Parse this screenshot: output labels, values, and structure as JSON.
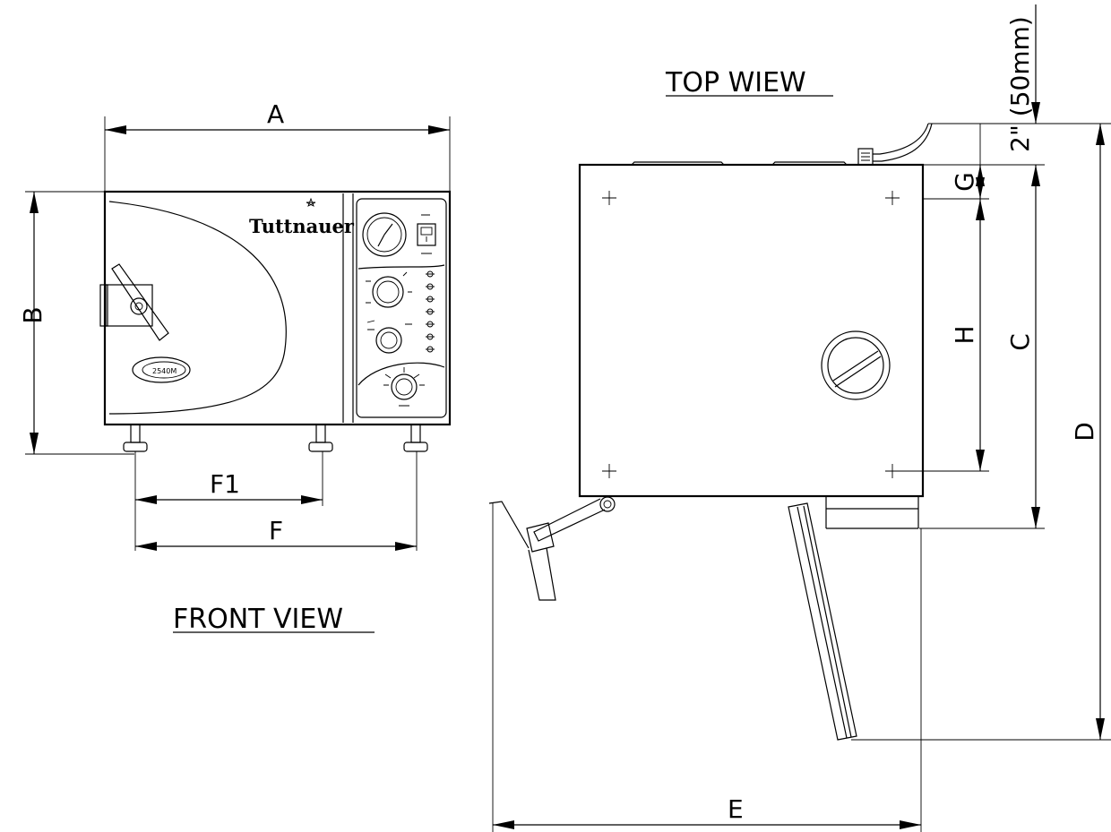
{
  "views": {
    "front_title": "FRONT VIEW",
    "top_title": "TOP WIEW"
  },
  "brand": {
    "name": "Tuttnauer",
    "model_badge": "2540M"
  },
  "dimensions": {
    "A": "A",
    "B": "B",
    "F1": "F1",
    "F": "F",
    "C": "C",
    "D": "D",
    "E": "E",
    "G": "G",
    "H": "H",
    "clearance": "2\" (50mm)"
  }
}
